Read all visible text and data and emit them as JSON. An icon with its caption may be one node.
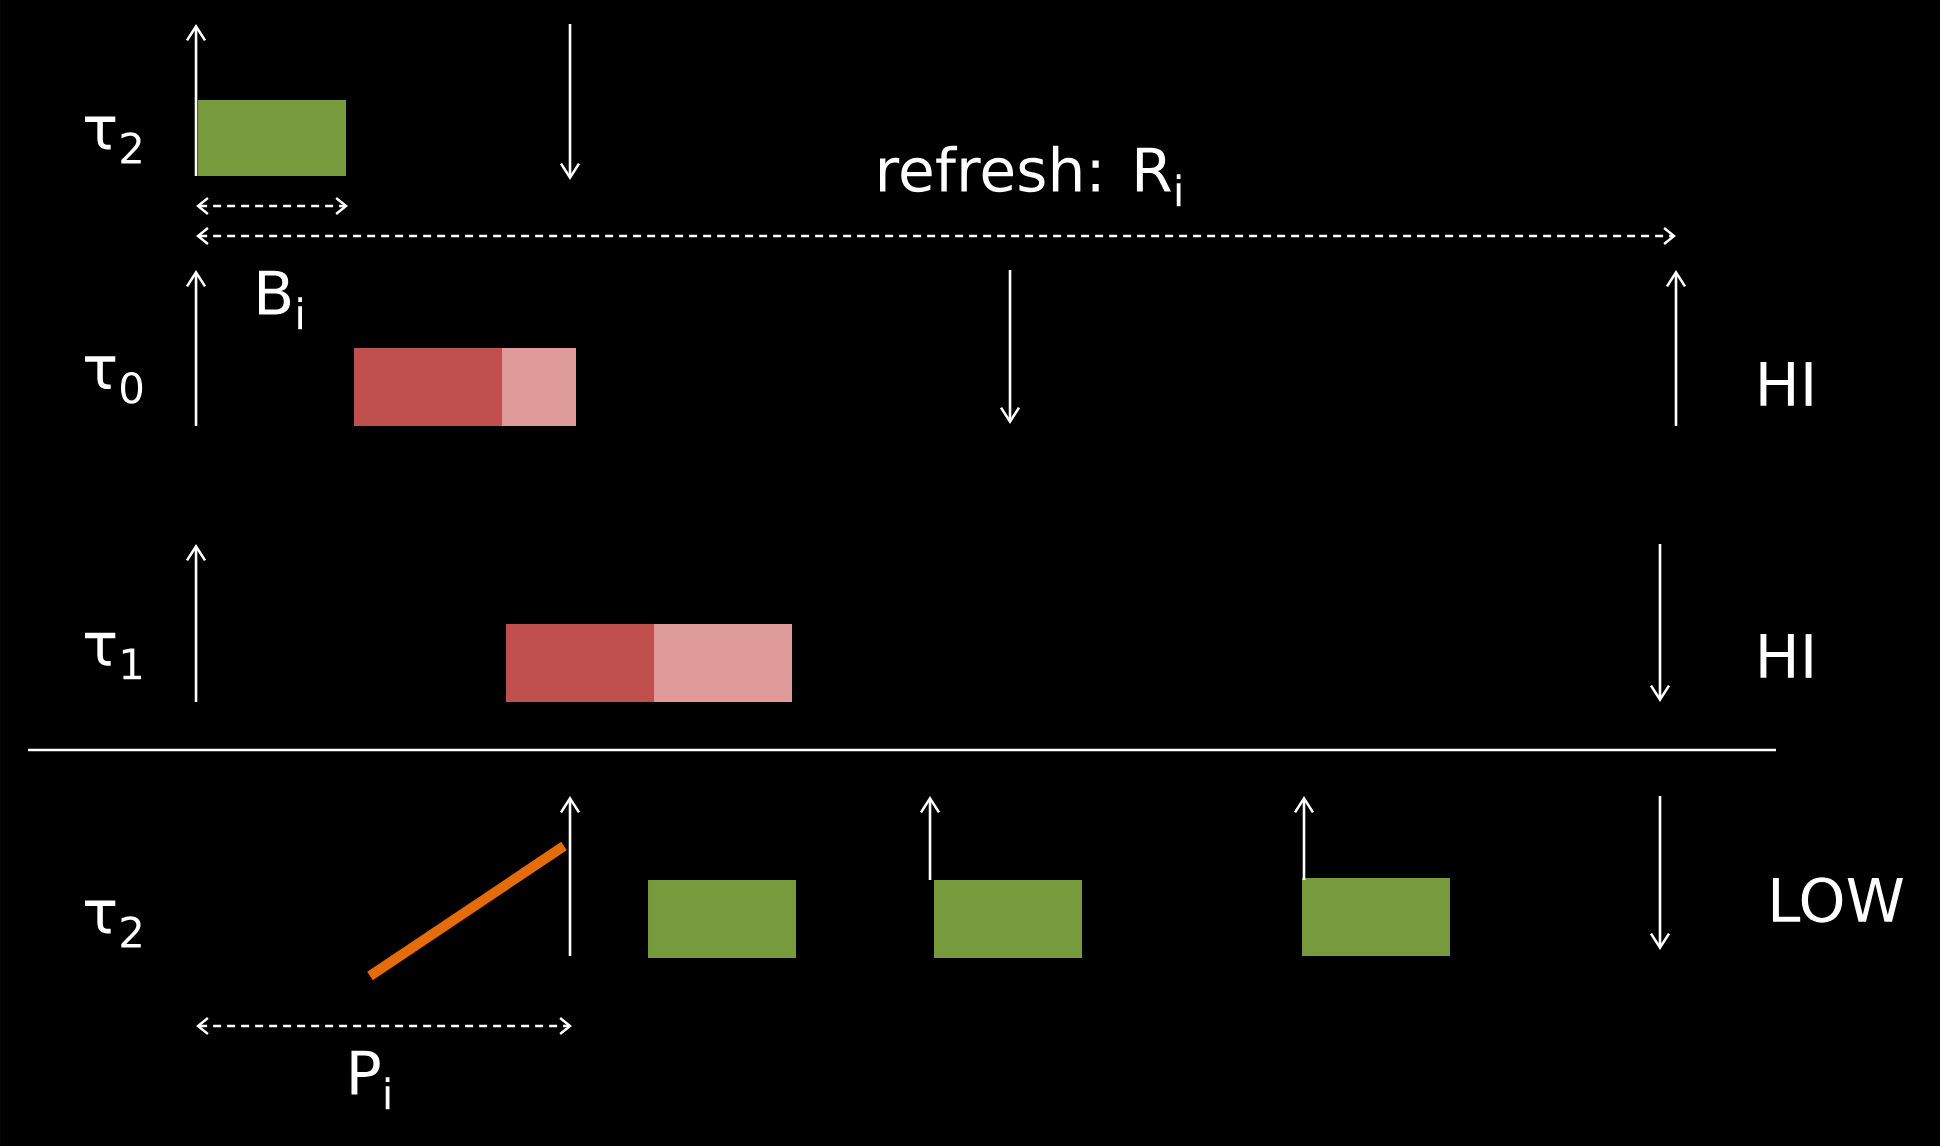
{
  "diagram": {
    "nodes": [
      {
        "text": [],
        "shape": "bar"
      },
      {
        "text": [],
        "shape": "bar"
      },
      {
        "text": [],
        "shape": "bar"
      },
      {
        "text": [],
        "shape": "bar"
      },
      {
        "text": [],
        "shape": "bar"
      },
      {
        "text": [],
        "shape": "bar"
      },
      {
        "text": [],
        "shape": "bar"
      },
      {
        "text": [],
        "shape": "bar"
      }
    ],
    "labels": [
      "τ$_{2}$",
      "refresh: R$_{i}$",
      "B$_{i}$",
      "τ$_{0}$",
      "HI",
      "τ$_{1}$",
      "HI",
      "τ$_{2}$",
      "LOW",
      "P$_{i}$"
    ]
  }
}
